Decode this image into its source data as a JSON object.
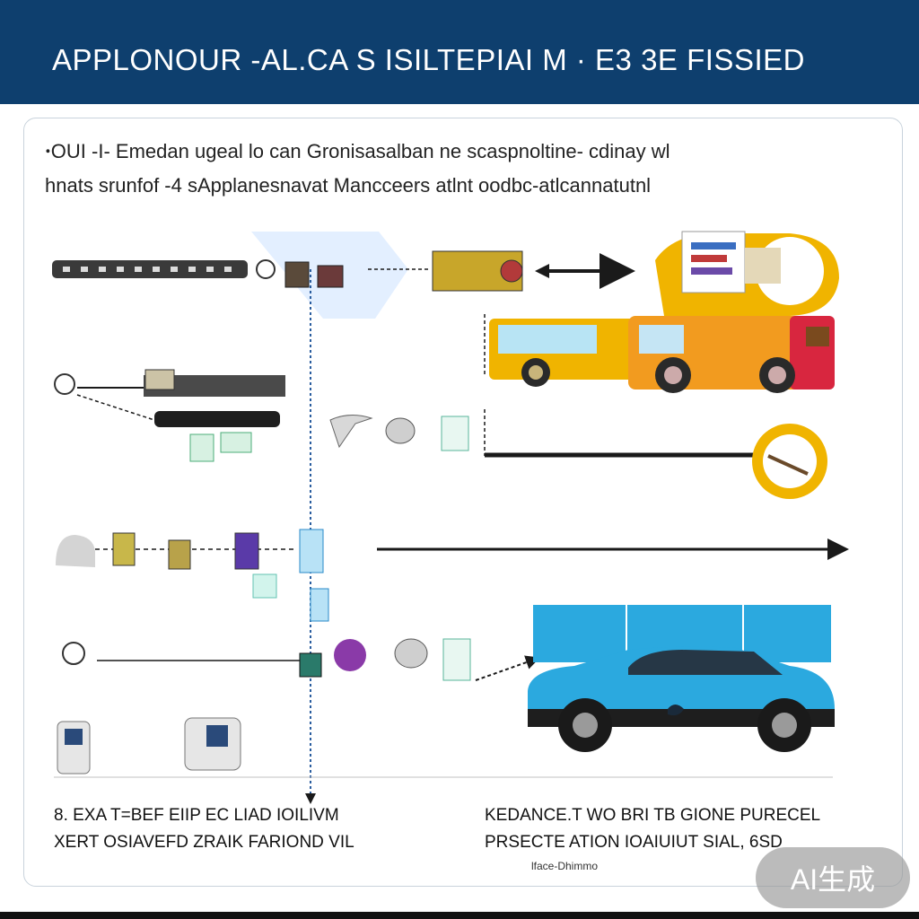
{
  "header": {
    "title": "APPLONOUR -AL.CA S ISILTEPIAI M · E3 3E FISSIED",
    "background_color": "#0e3f6e"
  },
  "intro": {
    "line1": "ꞏOUI -I- Emedan ugeal lo can Gronisasalban ne scaspnoltine- cdinay wl",
    "line2": "hnats srunfof -4 sApplanesnavat Mancceers atlnt oodbc-atlcannatutnl"
  },
  "captions": {
    "left_line1": "8.  EXA T=BEF EIIP EC LIAD IOILIVM",
    "left_line2": "XERT OSIAVEFD ZRAIK FARIOND VIL",
    "right_line1": "KEDANCE.T WO BRI TB GIONE  PURECEL",
    "right_line2": "PRSECTE ATION IOAIUIUT  SIAL, 6SD",
    "right_small": "lface-Dhimmo"
  },
  "badge": {
    "label": "AI生成"
  },
  "colors": {
    "accent_yellow": "#f0b400",
    "truck_orange": "#f29b1f",
    "truck_red": "#d8263f",
    "car_blue": "#2ba9df",
    "line_dark": "#1a1a1a",
    "line_blue": "#2a5d9f"
  }
}
